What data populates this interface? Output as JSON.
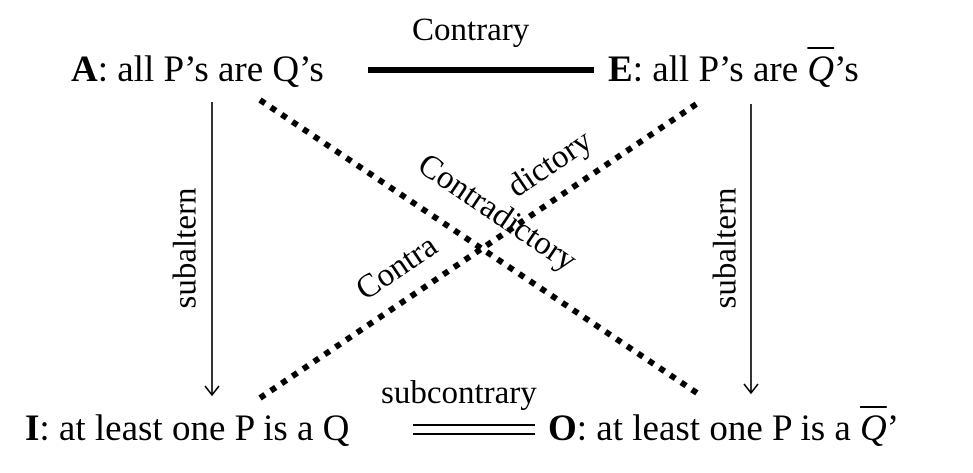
{
  "diagram": {
    "title": "Square of opposition",
    "corners": {
      "A": {
        "letter": "A",
        "text": ": all P’s are Q’s"
      },
      "E": {
        "letter": "E",
        "text_pre": ": all P’s are ",
        "negated_term": "Q",
        "text_post": "’s"
      },
      "I": {
        "letter": "I",
        "text": ": at least one P is a Q"
      },
      "O": {
        "letter": "O",
        "text_pre": ": at least one P is a ",
        "negated_term": "Q",
        "text_post": "’"
      }
    },
    "relations": {
      "contrary": "Contrary",
      "subcontrary": "subcontrary",
      "subaltern_left": "subaltern",
      "subaltern_right": "subaltern",
      "contradictory_AO": "Contradictory",
      "contradictory_IE_part1": "Contra",
      "contradictory_IE_part2": "dictory"
    },
    "edges": [
      {
        "from": "A",
        "to": "E",
        "relation": "contrary",
        "style": "thick-solid"
      },
      {
        "from": "I",
        "to": "O",
        "relation": "subcontrary",
        "style": "double"
      },
      {
        "from": "A",
        "to": "I",
        "relation": "subaltern",
        "style": "arrow"
      },
      {
        "from": "E",
        "to": "O",
        "relation": "subaltern",
        "style": "arrow"
      },
      {
        "from": "A",
        "to": "O",
        "relation": "contradictory",
        "style": "dotted"
      },
      {
        "from": "I",
        "to": "E",
        "relation": "contradictory",
        "style": "dotted"
      }
    ]
  }
}
